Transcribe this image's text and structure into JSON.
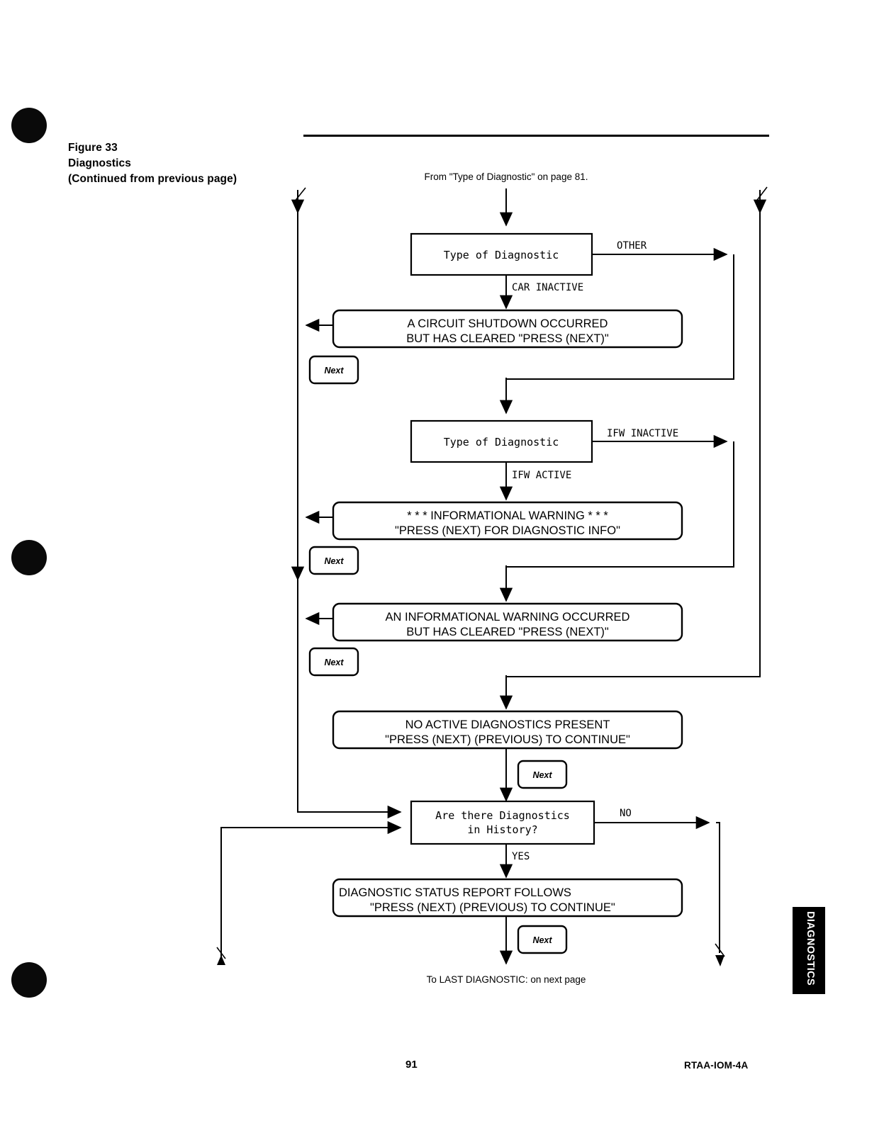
{
  "figure": {
    "number": "Figure 33",
    "title": "Diagnostics",
    "continuation": "(Continued from previous page)"
  },
  "flow": {
    "entry_note": "From \"Type of Diagnostic\" on page 81.",
    "exit_note": "To LAST DIAGNOSTIC: on next page",
    "decision_1": {
      "line1": "Type of Diagnostic",
      "branch_right": "OTHER",
      "branch_down": "CAR INACTIVE"
    },
    "message_1": {
      "line1": "A CIRCUIT SHUTDOWN OCCURRED",
      "line2": "BUT HAS CLEARED \"PRESS (NEXT)\""
    },
    "decision_2": {
      "line1": "Type of Diagnostic",
      "branch_right": "IFW INACTIVE",
      "branch_down": "IFW ACTIVE"
    },
    "message_2": {
      "line1": "* * * INFORMATIONAL WARNING * * *",
      "line2": "\"PRESS (NEXT) FOR DIAGNOSTIC INFO\""
    },
    "message_3": {
      "line1": "AN INFORMATIONAL WARNING OCCURRED",
      "line2": "BUT HAS CLEARED \"PRESS (NEXT)\""
    },
    "message_4": {
      "line1": "NO ACTIVE DIAGNOSTICS PRESENT",
      "line2": "\"PRESS (NEXT) (PREVIOUS) TO CONTINUE\""
    },
    "decision_3": {
      "line1": "Are there Diagnostics",
      "line2": "in History?",
      "branch_right": "NO",
      "branch_down": "YES"
    },
    "message_5": {
      "line1": "DIAGNOSTIC STATUS REPORT FOLLOWS",
      "line2": "\"PRESS (NEXT) (PREVIOUS) TO CONTINUE\""
    },
    "buttons": {
      "next_1": "Next",
      "next_2": "Next",
      "next_3": "Next",
      "next_4": "Next",
      "next_5": "Next"
    }
  },
  "side_tab": {
    "label": "DIAGNOSTICS"
  },
  "footer": {
    "page_number": "91",
    "document_code": "RTAA-IOM-4A"
  },
  "colors": {
    "ink": "#000000",
    "paper": "#ffffff"
  }
}
